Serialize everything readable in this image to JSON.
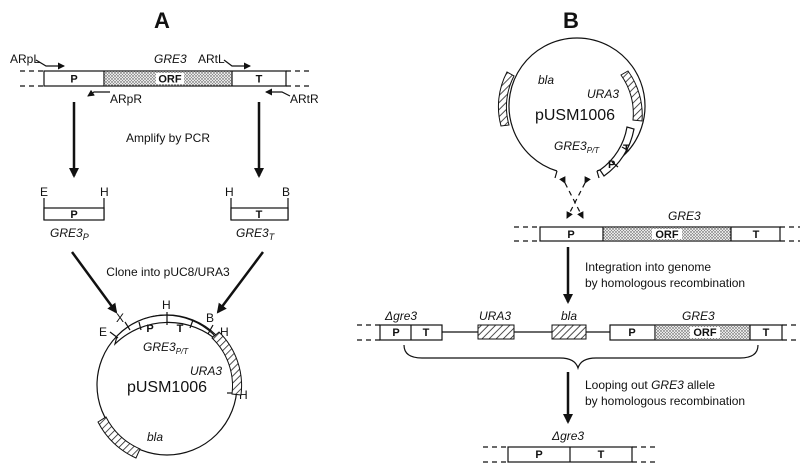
{
  "panels": {
    "a": "A",
    "b": "B"
  },
  "panelA": {
    "gene": "GRE3",
    "seg_p": "P",
    "seg_orf": "ORF",
    "seg_t": "T",
    "primers": {
      "arpl": "ARpL",
      "arpr": "ARpR",
      "artl": "ARtL",
      "artr": "ARtR"
    },
    "amplify": "Amplify by PCR",
    "frag_p": {
      "left": "E",
      "right": "H",
      "label": "P",
      "name": "GRE3",
      "sub": "P"
    },
    "frag_t": {
      "left": "H",
      "right": "B",
      "label": "T",
      "name": "GRE3",
      "sub": "T"
    },
    "clone": "Clone into pUC8/URA3",
    "plasmid": {
      "name": "pUSM1006",
      "sites": {
        "e": "E",
        "x": "X",
        "h1": "H",
        "b": "B",
        "h2": "H",
        "h3": "H"
      },
      "p": "P",
      "t": "T",
      "insert": "GRE3",
      "insert_sub": "P/T",
      "ura3": "URA3",
      "bla": "bla"
    }
  },
  "panelB": {
    "plasmid": {
      "name": "pUSM1006",
      "bla": "bla",
      "ura3": "URA3",
      "insert": "GRE3",
      "insert_sub": "P/T",
      "p": "P",
      "t": "T"
    },
    "genome_gene": "GRE3",
    "seg_p": "P",
    "seg_orf": "ORF",
    "seg_t": "T",
    "step1": [
      "Integration into genome",
      "by homologous recombination"
    ],
    "integrated": {
      "dgre3": "gre3",
      "delta": "Δ",
      "p": "P",
      "t": "T",
      "ura3": "URA3",
      "bla": "bla",
      "gre3": "GRE3",
      "orf": "ORF",
      "p2": "P",
      "t2": "T"
    },
    "step2_pre": "Looping out ",
    "step2_gene": "GRE3",
    "step2_post": " allele",
    "step2_line2": "by homologous recombination",
    "final": {
      "delta": "Δ",
      "name": "gre3",
      "p": "P",
      "t": "T"
    }
  }
}
